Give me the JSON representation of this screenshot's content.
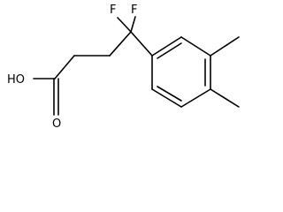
{
  "molecule": {
    "atoms": {
      "fluorine_left": "F",
      "fluorine_right": "F",
      "hydroxyl": "HO",
      "carbonyl_oxygen": "O"
    }
  },
  "colors": {
    "bond": "#000000",
    "background": "#ffffff"
  }
}
